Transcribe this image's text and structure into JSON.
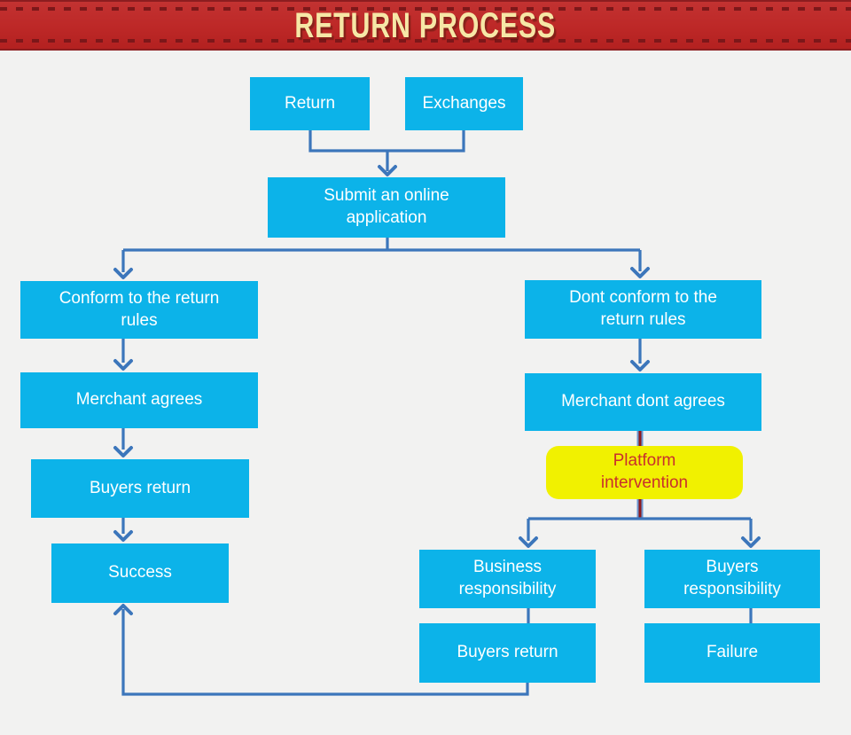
{
  "banner": {
    "title": "RETURN PROCESS"
  },
  "colors": {
    "banner_bg": "#bd2827",
    "banner_dash": "#7c1719",
    "banner_text": "#f6e7a6",
    "node_fill": "#0cb3e9",
    "node_text": "#ffffff",
    "connector_blue": "#3c76bb",
    "connector_red": "#8e191c",
    "highlight_fill": "#f1f100",
    "highlight_text": "#c9302c",
    "background": "#f2f2f1"
  },
  "nodes": {
    "return": {
      "label": "Return"
    },
    "exchanges": {
      "label": "Exchanges"
    },
    "submit": {
      "label": "Submit an online application"
    },
    "conform": {
      "label": "Conform to the return rules"
    },
    "merchant_agrees": {
      "label": "Merchant agrees"
    },
    "buyers_return_left": {
      "label": "Buyers return"
    },
    "success": {
      "label": "Success"
    },
    "dont_conform": {
      "label": "Dont conform to the return rules"
    },
    "merchant_dont_agrees": {
      "label": "Merchant dont agrees"
    },
    "platform_intervention": {
      "label": "Platform intervention"
    },
    "business_responsibility": {
      "label": "Business responsibility"
    },
    "buyers_responsibility": {
      "label": "Buyers responsibility"
    },
    "buyers_return_right": {
      "label": "Buyers return"
    },
    "failure": {
      "label": "Failure"
    }
  },
  "edges": [
    "Return -> Submit an online application",
    "Exchanges -> Submit an online application",
    "Submit an online application -> Conform to the return rules",
    "Submit an online application -> Dont conform to the return rules",
    "Conform to the return rules -> Merchant agrees",
    "Merchant agrees -> Buyers return",
    "Buyers return -> Success",
    "Dont conform to the return rules -> Merchant dont agrees",
    "Merchant dont agrees -> Platform intervention",
    "Platform intervention -> Business responsibility",
    "Platform intervention -> Buyers responsibility",
    "Business responsibility -> Buyers return",
    "Buyers responsibility -> Failure",
    "Buyers return -> Success"
  ]
}
